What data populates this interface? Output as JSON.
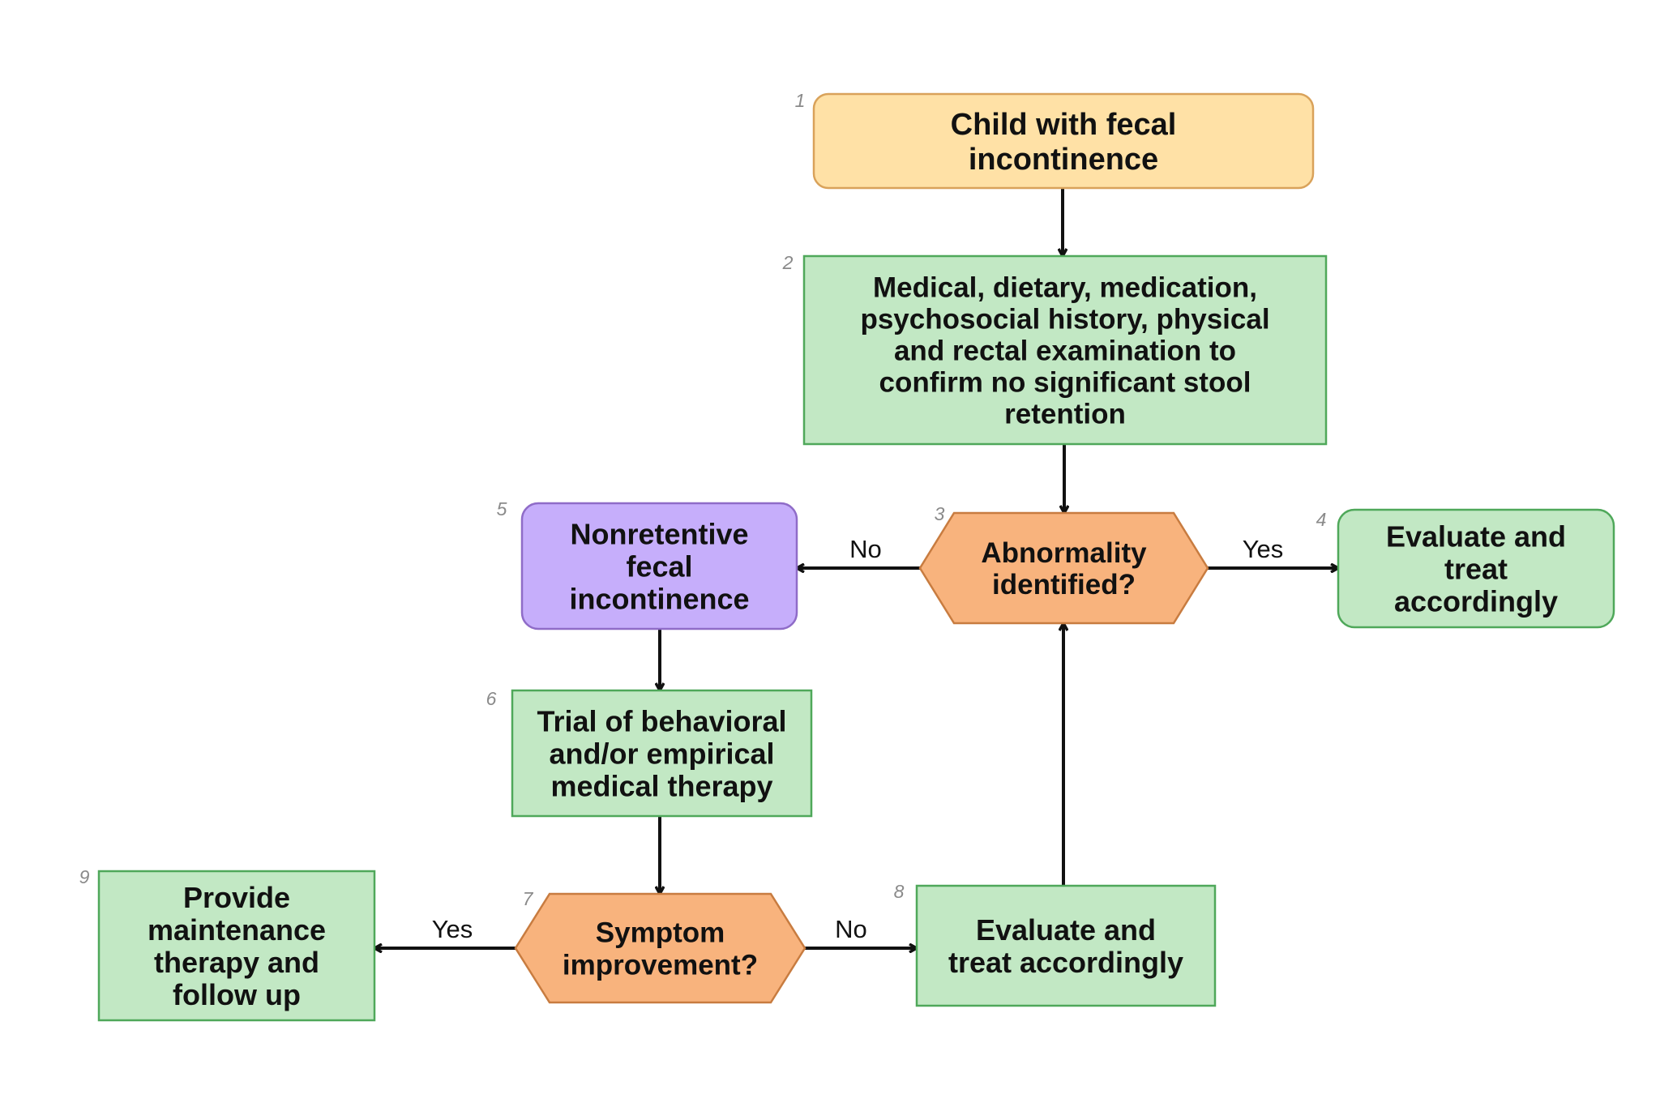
{
  "colors": {
    "start_fill": "#ffe1a6",
    "start_stroke": "#d9a25a",
    "process_fill": "#c2e8c4",
    "process_stroke": "#4fa85a",
    "decision_fill": "#f8b37d",
    "decision_stroke": "#c87c40",
    "special_fill": "#c6aefb",
    "special_stroke": "#8f6cc8",
    "line": "#111111"
  },
  "nodes": [
    {
      "id": "n1",
      "number": "1",
      "lines": [
        "Child with fecal",
        "incontinence"
      ]
    },
    {
      "id": "n2",
      "number": "2",
      "lines": [
        "Medical, dietary, medication,",
        "psychosocial  history, physical",
        "and rectal examination to",
        "confirm no significant stool",
        "retention"
      ]
    },
    {
      "id": "n3",
      "number": "3",
      "lines": [
        "Abnormality",
        "identified?"
      ]
    },
    {
      "id": "n4",
      "number": "4",
      "lines": [
        "Evaluate and",
        "treat",
        "accordingly"
      ]
    },
    {
      "id": "n5",
      "number": "5",
      "lines": [
        "Nonretentive",
        "fecal",
        "incontinence"
      ]
    },
    {
      "id": "n6",
      "number": "6",
      "lines": [
        "Trial of behavioral",
        "and/or empirical",
        "medical therapy"
      ]
    },
    {
      "id": "n7",
      "number": "7",
      "lines": [
        "Symptom",
        "improvement?"
      ]
    },
    {
      "id": "n8",
      "number": "8",
      "lines": [
        "Evaluate and",
        "treat accordingly"
      ]
    },
    {
      "id": "n9",
      "number": "9",
      "lines": [
        "Provide",
        "maintenance",
        "therapy and",
        "follow up"
      ]
    }
  ],
  "edges": [
    {
      "id": "e1-2",
      "from": "n1",
      "to": "n2",
      "label": ""
    },
    {
      "id": "e2-3",
      "from": "n2",
      "to": "n3",
      "label": ""
    },
    {
      "id": "e3-4",
      "from": "n3",
      "to": "n4",
      "label": "Yes"
    },
    {
      "id": "e3-5",
      "from": "n3",
      "to": "n5",
      "label": "No"
    },
    {
      "id": "e5-6",
      "from": "n5",
      "to": "n6",
      "label": ""
    },
    {
      "id": "e6-7",
      "from": "n6",
      "to": "n7",
      "label": ""
    },
    {
      "id": "e7-9",
      "from": "n7",
      "to": "n9",
      "label": "Yes"
    },
    {
      "id": "e7-8",
      "from": "n7",
      "to": "n8",
      "label": "No"
    },
    {
      "id": "e8-3",
      "from": "n8",
      "to": "n3",
      "label": ""
    }
  ]
}
